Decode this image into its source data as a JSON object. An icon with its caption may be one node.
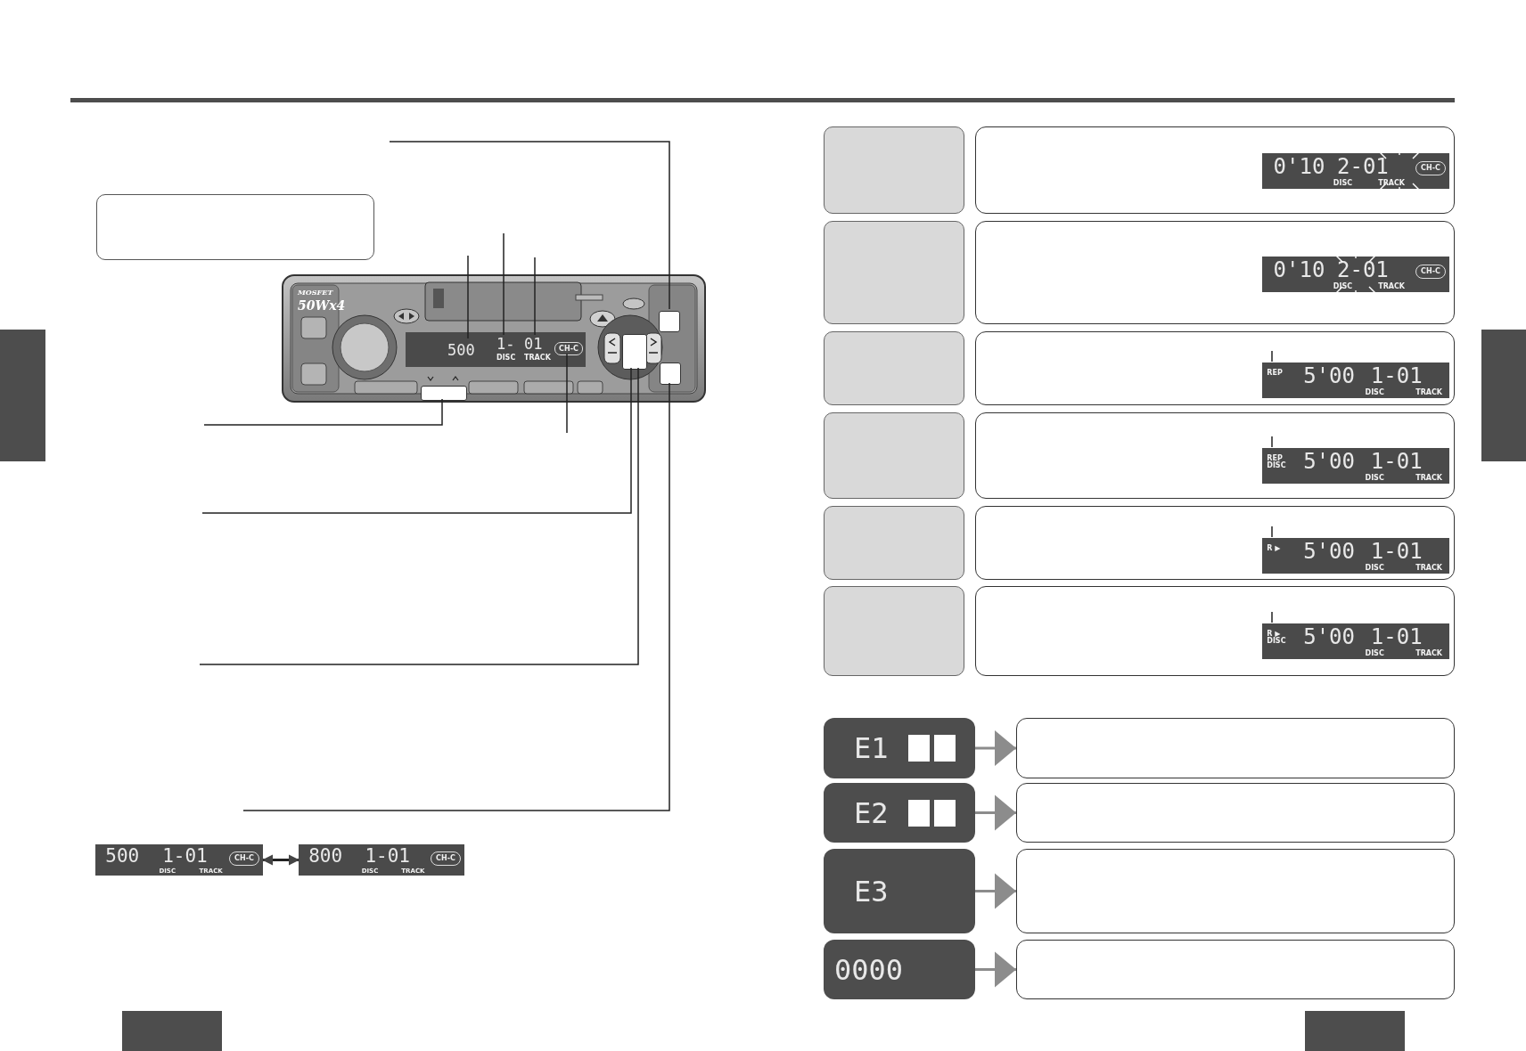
{
  "diagram": {
    "nodes": [
      {
        "text": [],
        "shape": "box"
      },
      {
        "text": [
          "MOSFET",
          "50Wx4"
        ]
      },
      {
        "text": [],
        "shape": "box",
        "in": 1
      },
      {
        "text": [
          "500"
        ],
        "in": 2
      },
      {
        "text": [
          "1-",
          "DISC"
        ],
        "in": 2
      },
      {
        "text": [
          "01",
          "TRACK"
        ],
        "in": 2
      },
      {
        "text": [
          "CH-C"
        ],
        "in": 2
      },
      {
        "text": [],
        "shape": "box",
        "in": 1
      },
      {
        "text": [],
        "shape": "box",
        "in": 1
      },
      {
        "text": [],
        "shape": "box",
        "in": 1
      },
      {
        "text": [],
        "shape": "box",
        "in": 1
      },
      {
        "text": [],
        "shape": "box"
      },
      {
        "text": [],
        "shape": "box"
      },
      {
        "text": [
          "0'10",
          "2-01",
          "DISC",
          "TRACK",
          "CH-C"
        ],
        "in": 12
      },
      {
        "text": [],
        "shape": "box"
      },
      {
        "text": [],
        "shape": "box"
      },
      {
        "text": [
          "0'10",
          "2-01",
          "DISC",
          "TRACK",
          "CH-C"
        ],
        "in": 15
      },
      {
        "text": [],
        "shape": "box"
      },
      {
        "text": [],
        "shape": "box"
      },
      {
        "text": [
          "REP",
          "5'00",
          "1-01",
          "DISC",
          "TRACK"
        ],
        "in": 18
      },
      {
        "text": [],
        "shape": "box"
      },
      {
        "text": [],
        "shape": "box"
      },
      {
        "text": [
          "REP DISC",
          "5'00",
          "1-01",
          "DISC",
          "TRACK"
        ],
        "in": 21
      },
      {
        "text": [],
        "shape": "box"
      },
      {
        "text": [],
        "shape": "box"
      },
      {
        "text": [
          "R ▶",
          "5'00",
          "1-01",
          "DISC",
          "TRACK"
        ],
        "in": 24
      },
      {
        "text": [],
        "shape": "box"
      },
      {
        "text": [],
        "shape": "box"
      },
      {
        "text": [
          "R ▶ DISC",
          "5'00",
          "1-01",
          "DISC",
          "TRACK"
        ],
        "in": 27
      },
      {
        "text": [
          "E1"
        ]
      },
      {
        "text": [],
        "shape": "box"
      },
      {
        "text": [
          "E2"
        ]
      },
      {
        "text": [],
        "shape": "box"
      },
      {
        "text": [
          "E3"
        ]
      },
      {
        "text": [],
        "shape": "box"
      },
      {
        "text": [
          "0000"
        ]
      },
      {
        "text": [],
        "shape": "box"
      },
      {
        "text": [
          "500",
          "1-01",
          "DISC",
          "TRACK",
          "CH-C"
        ]
      },
      {
        "text": [
          "800",
          "1-01",
          "DISC",
          "TRACK",
          "CH-C"
        ]
      }
    ],
    "edges": [
      {
        "from": null,
        "to": 9,
        "arrow": "none"
      },
      {
        "from": null,
        "to": 10,
        "arrow": "none"
      },
      {
        "from": null,
        "to": 7,
        "arrow": "none"
      },
      {
        "from": null,
        "to": 8,
        "arrow": "none"
      },
      {
        "from": null,
        "to": 8,
        "arrow": "none"
      },
      {
        "from": null,
        "to": 3,
        "arrow": "none"
      },
      {
        "from": null,
        "to": 4,
        "arrow": "none"
      },
      {
        "from": null,
        "to": 5,
        "arrow": "none"
      },
      {
        "from": null,
        "to": 6,
        "arrow": "none"
      },
      {
        "from": null,
        "to": 19,
        "arrow": "none"
      },
      {
        "from": null,
        "to": 22,
        "arrow": "none"
      },
      {
        "from": null,
        "to": 25,
        "arrow": "none"
      },
      {
        "from": null,
        "to": 28,
        "arrow": "none"
      },
      {
        "from": 29,
        "to": 30,
        "arrow": "to",
        "color": "#8c8c8c"
      },
      {
        "from": 31,
        "to": 32,
        "arrow": "to",
        "color": "#8c8c8c"
      },
      {
        "from": 33,
        "to": 34,
        "arrow": "to",
        "color": "#8c8c8c"
      },
      {
        "from": 35,
        "to": 36,
        "arrow": "to",
        "color": "#8c8c8c"
      },
      {
        "from": 37,
        "to": 38,
        "arrow": "both"
      }
    ]
  }
}
